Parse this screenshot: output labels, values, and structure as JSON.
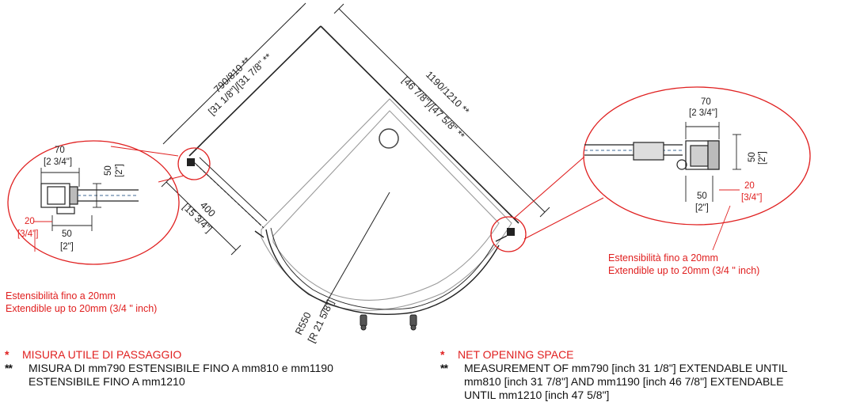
{
  "dimensions": {
    "left_side": "790/810 **",
    "left_side_inch": "[31 1/8\"]/[31 7/8\" **",
    "right_side": "1190/1210 **",
    "right_side_inch": "[46 7/8\"]/[47 5/8\" **",
    "door_width": "400",
    "door_width_inch": "[15 3/4\"]",
    "radius": "R550",
    "radius_inch": "[R 21 5/8\"]"
  },
  "detail_left": {
    "width": "70",
    "width_inch": "[2 3/4\"]",
    "height": "50",
    "height_inch": "[2\"]",
    "ext": "20",
    "ext_inch": "[3/4\"]",
    "bottom": "50",
    "bottom_inch": "[2\"]",
    "note_it": "Estensibilità fino a 20mm",
    "note_en": "Extendible up to 20mm (3/4 \" inch)"
  },
  "detail_right": {
    "width": "70",
    "width_inch": "[2 3/4\"]",
    "height": "50",
    "height_inch": "[2\"]",
    "ext": "20",
    "ext_inch": "[3/4\"]",
    "bottom": "50",
    "bottom_inch": "[2\"]",
    "note_it": "Estensibilità fino a 20mm",
    "note_en": "Extendible up to 20mm (3/4 \" inch)"
  },
  "legend_it": {
    "star1": "*",
    "line1": "MISURA UTILE DI PASSAGGIO",
    "star2": "**",
    "line2": "MISURA DI mm790 ESTENSIBILE FINO A mm810 e mm1190",
    "line3": "ESTENSIBILE FINO A mm1210"
  },
  "legend_en": {
    "star1": "*",
    "line1": "NET OPENING SPACE",
    "star2": "**",
    "line2": "MEASUREMENT OF mm790 [inch 31 1/8\"] EXTENDABLE UNTIL",
    "line3": "mm810 [inch 31 7/8\"] AND mm1190 [inch 46 7/8\"] EXTENDABLE",
    "line4": "UNTIL mm1210 [inch 47 5/8\"]"
  },
  "colors": {
    "accent": "#e02020",
    "line": "#222222",
    "tray": "#9a9a9a"
  }
}
